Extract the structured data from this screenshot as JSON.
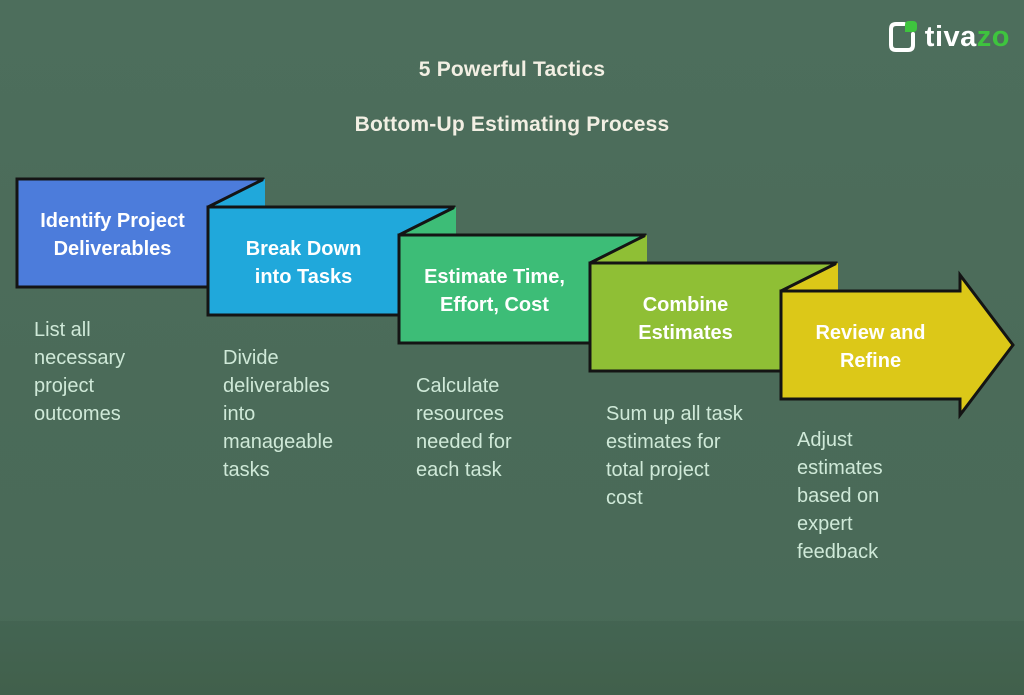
{
  "header": {
    "title_line1": "5 Powerful Tactics",
    "title_line2": "Bottom-Up Estimating Process"
  },
  "logo": {
    "text_primary": "tiva",
    "text_accent": "zo"
  },
  "steps": [
    {
      "label": "Identify Project\nDeliverables",
      "description": "List all\nnecessary\nproject\noutcomes",
      "color": "#4c7cdb",
      "shape": "box"
    },
    {
      "label": "Break Down\ninto Tasks",
      "description": "Divide\ndeliverables\ninto\nmanageable\ntasks",
      "color": "#20a8db",
      "shape": "box"
    },
    {
      "label": "Estimate Time,\nEffort, Cost",
      "description": "Calculate\nresources\nneeded for\neach task",
      "color": "#3dbd77",
      "shape": "box"
    },
    {
      "label": "Combine\nEstimates",
      "description": "Sum up all task\nestimates for\ntotal project\ncost",
      "color": "#8fbf35",
      "shape": "box"
    },
    {
      "label": "Review and\nRefine",
      "description": "Adjust\nestimates\nbased on\nexpert\nfeedback",
      "color": "#dcc818",
      "shape": "arrow"
    }
  ],
  "colors": {
    "background": "#4b6b59",
    "title_text": "#f2efe3",
    "description_text": "#cfe9d8",
    "step_label_text": "#ffffff",
    "outline": "#141414",
    "logo_accent": "#3ec43e",
    "logo_primary": "#ffffff"
  }
}
